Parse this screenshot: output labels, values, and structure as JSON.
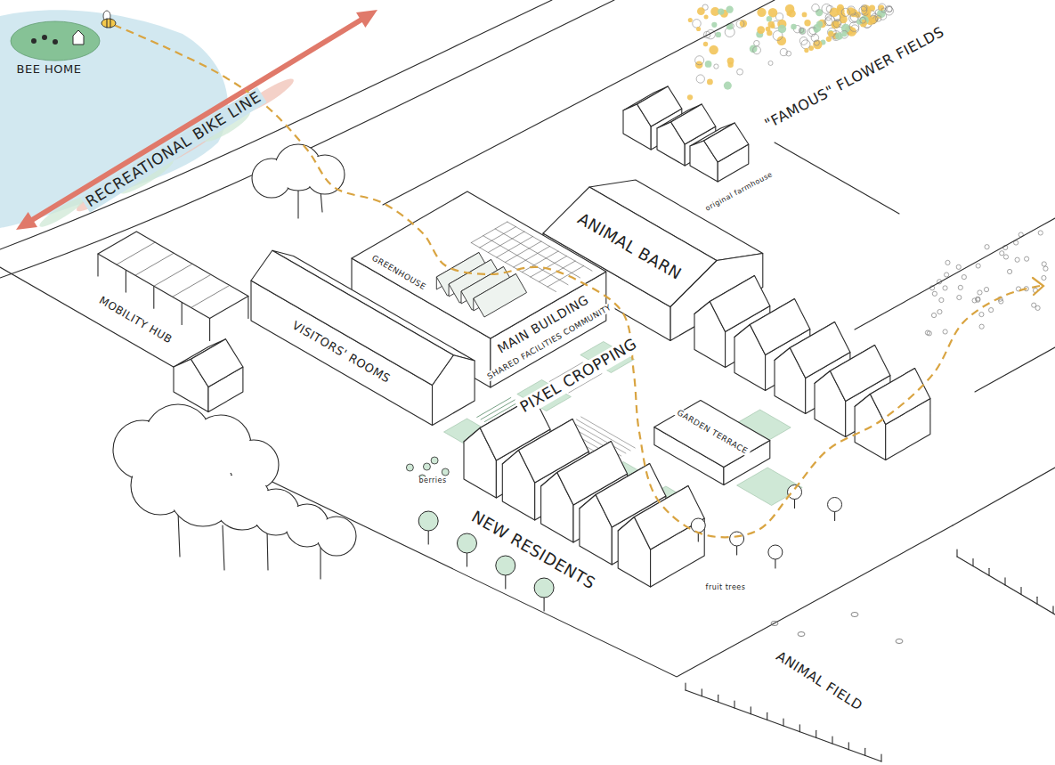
{
  "diagram": {
    "labels": [
      "BEE HOME",
      "RECREATIONAL BIKE LINE",
      "\"FAMOUS\" FLOWER FIELDS",
      "original farmhouse",
      "MOBILITY HUB",
      "GREENHOUSE",
      "MAIN BUILDING",
      "SHARED FACILITIES COMMUNITY",
      "ANIMAL BARN",
      "VISITORS' ROOMS",
      "PIXEL CROPPING",
      "berries",
      "GARDEN TERRACE",
      "NEW RESIDENTS",
      "fruit trees",
      "ANIMAL FIELD"
    ]
  }
}
